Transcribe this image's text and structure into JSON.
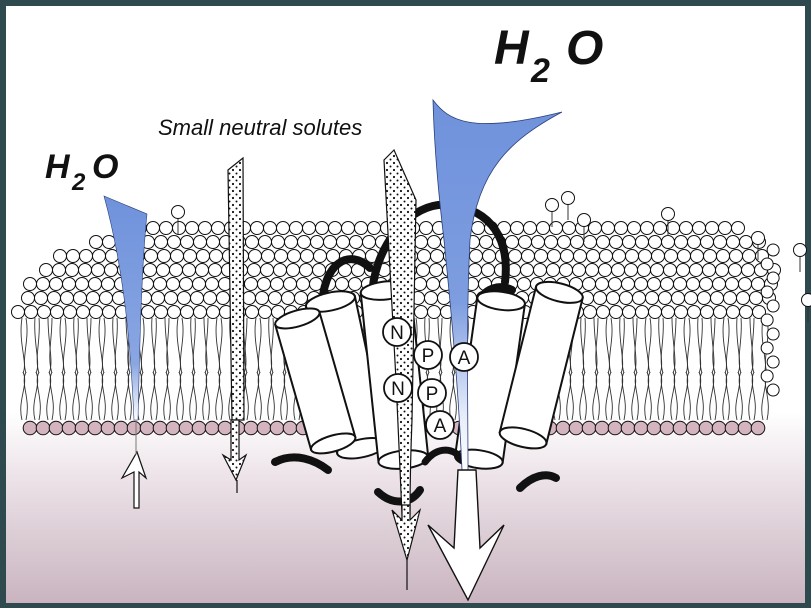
{
  "labels": {
    "water_left": {
      "main": "H",
      "sub": "2",
      "end": "O"
    },
    "water_right": {
      "main": "H",
      "sub": "2",
      "end": "O"
    },
    "solutes": "Small neutral solutes"
  },
  "motif_letters": [
    "N",
    "P",
    "A",
    "N",
    "P",
    "A"
  ],
  "colors": {
    "frame": "#2f4a4e",
    "water": "#6f92dc",
    "membrane_head": "#ffffff",
    "inner_head": "#d4b5bf",
    "cytosol_bottom": "#c9b4bf",
    "outline": "#111111"
  }
}
